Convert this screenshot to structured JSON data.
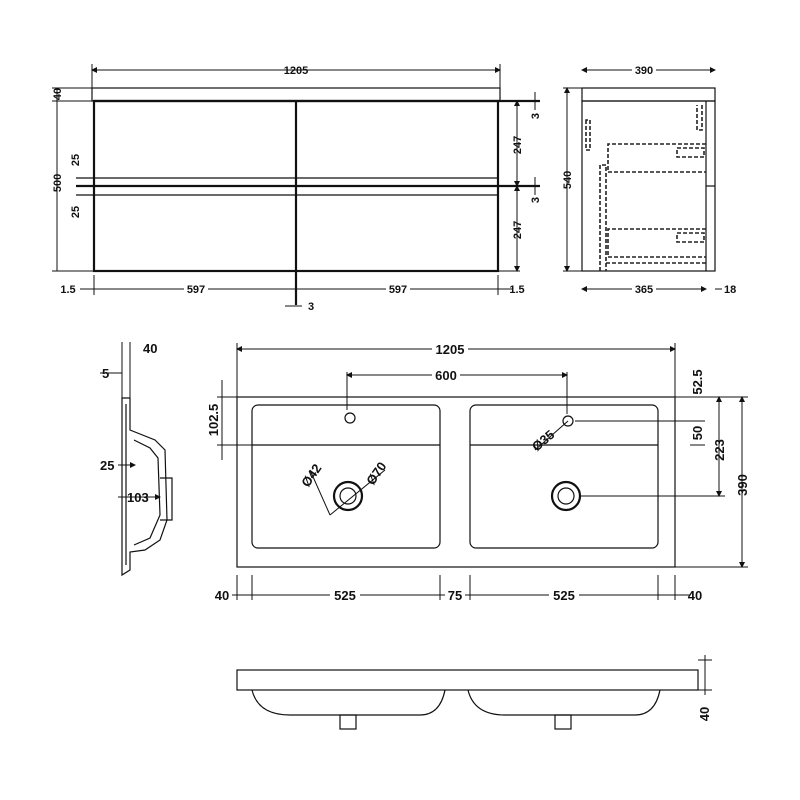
{
  "front_view": {
    "width": "1205",
    "height": "500",
    "top": "40",
    "gap_25_upper": "25",
    "gap_25_lower": "25",
    "drawer_upper": "247",
    "drawer_lower": "247",
    "gap_3_upper": "3",
    "gap_3_lower": "3",
    "left_offset": "1.5",
    "left_door": "597",
    "right_door": "597",
    "right_offset": "1.5",
    "center_gap": "3"
  },
  "side_view": {
    "depth": "390",
    "height": "540",
    "body_depth": "365",
    "door_thickness": "18"
  },
  "basin_section": {
    "rim": "40",
    "lip": "5",
    "wall": "25",
    "bowl_depth": "103"
  },
  "basin_top": {
    "width": "1205",
    "tap_spacing": "600",
    "tap_from_back": "52.5",
    "tap_hole_offset": "50",
    "waste_from_back": "223",
    "depth": "390",
    "left_back": "102.5",
    "waste_dia": "Ø42",
    "waste_outer_dia": "Ø70",
    "tap_dia": "Ø35",
    "left_edge": "40",
    "left_bowl": "525",
    "bowl_gap": "75",
    "right_bowl": "525",
    "right_edge": "40"
  },
  "basin_front": {
    "thickness": "40"
  }
}
